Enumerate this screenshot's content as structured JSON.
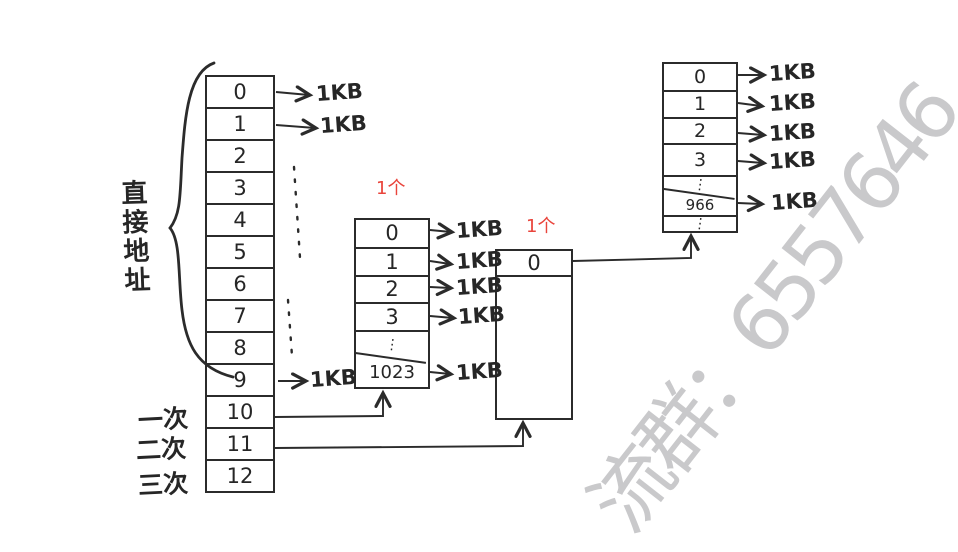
{
  "colors": {
    "ink": "#2b2b2b",
    "red": "#e9453c",
    "watermark": "#c9c9cb"
  },
  "watermark": {
    "text": "流群：6557646"
  },
  "labels": {
    "direct_address": "直接地址",
    "single_indirect": "一次",
    "double_indirect": "二次",
    "triple_indirect": "三次",
    "one_block_mid": "1个",
    "one_block_single": "1个"
  },
  "left_table": {
    "rows": [
      "0",
      "1",
      "2",
      "3",
      "4",
      "5",
      "6",
      "7",
      "8",
      "9",
      "10",
      "11",
      "12"
    ],
    "kb": [
      "1KB",
      "1KB",
      "1KB"
    ]
  },
  "mid_table": {
    "rows": [
      "0",
      "1",
      "2",
      "3",
      "⋮",
      "1023"
    ],
    "kb": [
      "1KB",
      "1KB",
      "1KB",
      "1KB",
      "1KB"
    ]
  },
  "single_box": {
    "rows": [
      "0"
    ]
  },
  "right_table": {
    "rows": [
      "0",
      "1",
      "2",
      "3",
      "⋮",
      "966",
      "⋮"
    ],
    "kb": [
      "1KB",
      "1KB",
      "1KB",
      "1KB",
      "1KB"
    ]
  }
}
